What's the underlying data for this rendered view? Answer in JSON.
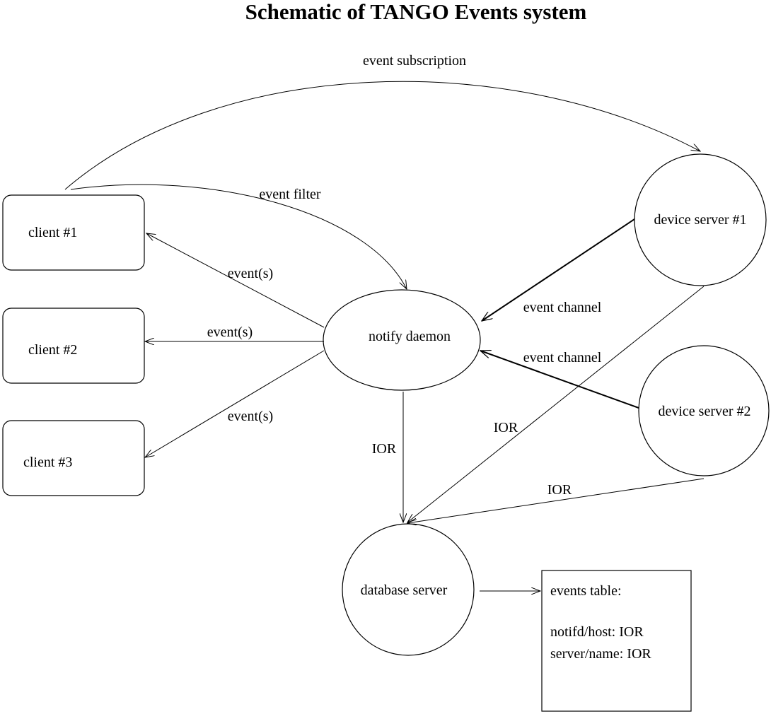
{
  "title": "Schematic of TANGO Events system",
  "nodes": {
    "client1": "client #1",
    "client2": "client #2",
    "client3": "client #3",
    "notify": "notify daemon",
    "ds1": "device server #1",
    "ds2": "device server #2",
    "db": "database server"
  },
  "edges": {
    "subscription": "event subscription",
    "filter": "event filter",
    "events1": "event(s)",
    "events2": "event(s)",
    "events3": "event(s)",
    "channel1": "event channel",
    "channel2": "event channel",
    "ior_notify": "IOR",
    "ior_ds1": "IOR",
    "ior_ds2": "IOR"
  },
  "table": {
    "heading": "events table:",
    "rows": [
      "notifd/host: IOR",
      "server/name: IOR"
    ]
  }
}
